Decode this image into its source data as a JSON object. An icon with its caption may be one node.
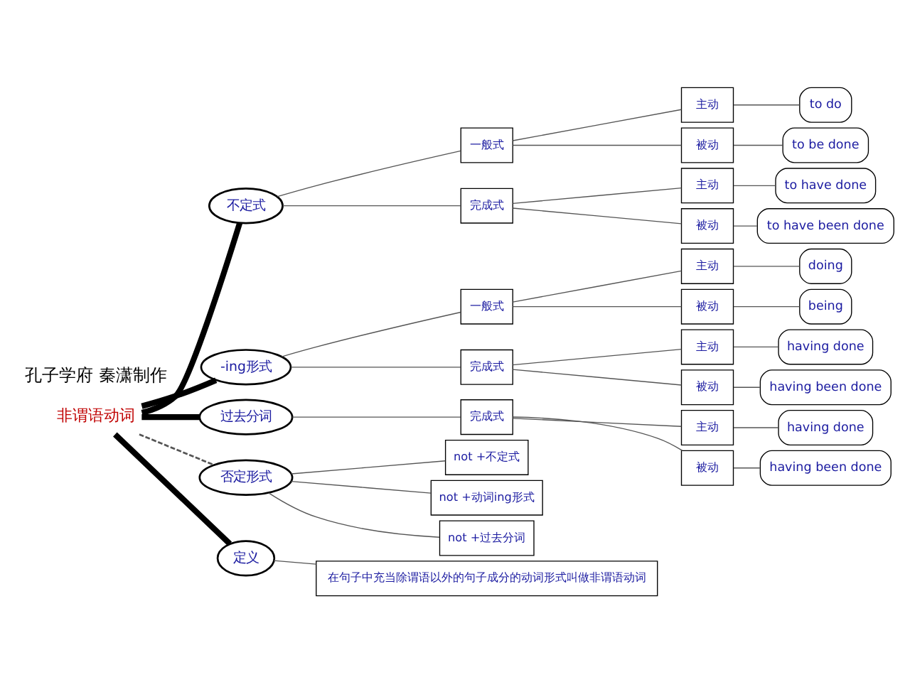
{
  "diagram": {
    "nodes": [
      {
        "text": [
          "非谓语动词"
        ]
      },
      {
        "text": [
          "不定式"
        ]
      },
      {
        "text": [
          "-ing形式"
        ]
      },
      {
        "text": [
          "过去分词"
        ]
      },
      {
        "text": [
          "否定形式"
        ]
      },
      {
        "text": [
          "定义"
        ]
      },
      {
        "text": [
          "在句子中充当除谓语以外的句子成分的动词形式叫做非谓语动词"
        ]
      },
      {
        "text": [
          "一般式"
        ]
      },
      {
        "text": [
          "完成式"
        ]
      },
      {
        "text": [
          "主动"
        ]
      },
      {
        "text": [
          "被动"
        ]
      },
      {
        "text": [
          "主动"
        ]
      },
      {
        "text": [
          "被动"
        ]
      },
      {
        "text": [
          "to do"
        ]
      },
      {
        "text": [
          "to be done"
        ]
      },
      {
        "text": [
          "to have done"
        ]
      },
      {
        "text": [
          "to have been done"
        ]
      },
      {
        "text": [
          "一般式"
        ]
      },
      {
        "text": [
          "完成式"
        ]
      },
      {
        "text": [
          "主动"
        ]
      },
      {
        "text": [
          "被动"
        ]
      },
      {
        "text": [
          "主动"
        ]
      },
      {
        "text": [
          "被动"
        ]
      },
      {
        "text": [
          "doing"
        ]
      },
      {
        "text": [
          "being"
        ]
      },
      {
        "text": [
          "having done"
        ]
      },
      {
        "text": [
          "having been done"
        ]
      },
      {
        "text": [
          "完成式"
        ]
      },
      {
        "text": [
          "主动"
        ]
      },
      {
        "text": [
          "被动"
        ]
      },
      {
        "text": [
          "having done"
        ]
      },
      {
        "text": [
          "having been done"
        ]
      },
      {
        "text": [
          "not +不定式"
        ]
      },
      {
        "text": [
          "not +动词ing形式"
        ]
      },
      {
        "text": [
          "not +过去分词"
        ]
      }
    ],
    "edges": [
      {
        "from": 0,
        "to": 1,
        "arrow": "none",
        "style": "thick"
      },
      {
        "from": 0,
        "to": 2,
        "arrow": "none",
        "style": "thick"
      },
      {
        "from": 0,
        "to": 3,
        "arrow": "none",
        "style": "thick"
      },
      {
        "from": 0,
        "to": 4,
        "arrow": "none",
        "style": "dashed"
      },
      {
        "from": 0,
        "to": 5,
        "arrow": "none",
        "style": "thick"
      },
      {
        "from": 5,
        "to": 6,
        "arrow": "none"
      },
      {
        "from": 1,
        "to": 7,
        "arrow": "none"
      },
      {
        "from": 1,
        "to": 8,
        "arrow": "none"
      },
      {
        "from": 7,
        "to": 9,
        "arrow": "none"
      },
      {
        "from": 7,
        "to": 10,
        "arrow": "none"
      },
      {
        "from": 8,
        "to": 11,
        "arrow": "none"
      },
      {
        "from": 8,
        "to": 12,
        "arrow": "none"
      },
      {
        "from": 9,
        "to": 13,
        "arrow": "none"
      },
      {
        "from": 10,
        "to": 14,
        "arrow": "none"
      },
      {
        "from": 11,
        "to": 15,
        "arrow": "none"
      },
      {
        "from": 12,
        "to": 16,
        "arrow": "none"
      },
      {
        "from": 2,
        "to": 17,
        "arrow": "none"
      },
      {
        "from": 2,
        "to": 18,
        "arrow": "none"
      },
      {
        "from": 17,
        "to": 19,
        "arrow": "none"
      },
      {
        "from": 17,
        "to": 20,
        "arrow": "none"
      },
      {
        "from": 18,
        "to": 21,
        "arrow": "none"
      },
      {
        "from": 18,
        "to": 22,
        "arrow": "none"
      },
      {
        "from": 19,
        "to": 23,
        "arrow": "none"
      },
      {
        "from": 20,
        "to": 24,
        "arrow": "none"
      },
      {
        "from": 21,
        "to": 25,
        "arrow": "none"
      },
      {
        "from": 22,
        "to": 26,
        "arrow": "none"
      },
      {
        "from": 3,
        "to": 27,
        "arrow": "none"
      },
      {
        "from": 27,
        "to": 28,
        "arrow": "none"
      },
      {
        "from": 27,
        "to": 29,
        "arrow": "none"
      },
      {
        "from": 28,
        "to": 30,
        "arrow": "none"
      },
      {
        "from": 29,
        "to": 31,
        "arrow": "none"
      },
      {
        "from": 4,
        "to": 32,
        "arrow": "none"
      },
      {
        "from": 4,
        "to": 33,
        "arrow": "none"
      },
      {
        "from": 4,
        "to": 34,
        "arrow": "none"
      }
    ],
    "labels": [
      "孔子学府 秦潇制作"
    ]
  }
}
